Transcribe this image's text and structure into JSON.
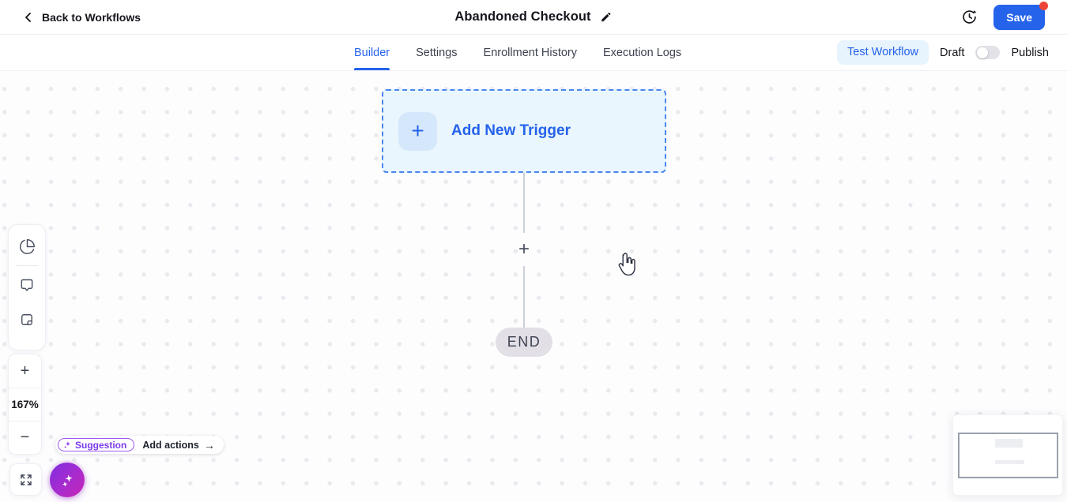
{
  "header": {
    "back_label": "Back to Workflows",
    "title": "Abandoned Checkout",
    "save_label": "Save",
    "has_unsaved_badge": true,
    "icons": [
      "back-chevron-icon",
      "edit-pencil-icon",
      "history-clock-icon"
    ]
  },
  "tabs": {
    "items": [
      {
        "label": "Builder",
        "active": true
      },
      {
        "label": "Settings",
        "active": false
      },
      {
        "label": "Enrollment History",
        "active": false
      },
      {
        "label": "Execution Logs",
        "active": false
      }
    ],
    "test_workflow_label": "Test Workflow",
    "draft_label": "Draft",
    "publish_label": "Publish",
    "publish_toggle_state": "off"
  },
  "canvas": {
    "trigger_plus": "+",
    "trigger_label": "Add New Trigger",
    "connector_plus": "+",
    "end_label": "END"
  },
  "toolbar": {
    "icons": [
      "pie-chart-icon",
      "comment-icon",
      "sticky-note-icon"
    ],
    "zoom_in": "+",
    "zoom_level": "167%",
    "zoom_out": "−",
    "fullscreen_icon": "fullscreen-expand-icon"
  },
  "suggestion": {
    "badge_label": "Suggestion",
    "action_label": "Add actions",
    "arrow": "→",
    "sparkle_icon": "sparkle-icon"
  },
  "fab": {
    "icon": "sparkles-icon"
  },
  "colors": {
    "accent_blue": "#2563eb",
    "test_chip_bg": "#e7f3fd",
    "trigger_bg": "#e9f6fd",
    "trigger_border": "#4a86f0",
    "trigger_tile_bg": "#d5e8fb",
    "end_pill_bg": "#e3dfe6",
    "badge_red": "#ee4437",
    "suggestion_purple": "#7c3aed",
    "fab_gradient": [
      "#7e2ee0",
      "#c926b6"
    ]
  }
}
